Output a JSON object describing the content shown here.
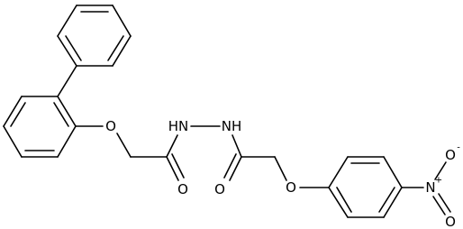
{
  "diagram": {
    "type": "chemical-structure",
    "colors": {
      "background": "#ffffff",
      "bond": "#000000",
      "label": "#000000"
    },
    "atom_labels": {
      "ether_oxygen_left": "O",
      "hydrazide_nh_left": "HN",
      "hydrazide_nh_right": "NH",
      "carbonyl_oxygen_left": "O",
      "carbonyl_oxygen_right": "O",
      "ether_oxygen_right": "O",
      "nitro_nitrogen": "N",
      "nitro_nitrogen_charge": "+",
      "nitro_oxygen_top": "O",
      "nitro_oxygen_top_charge": "-",
      "nitro_oxygen_bottom": "O"
    }
  }
}
